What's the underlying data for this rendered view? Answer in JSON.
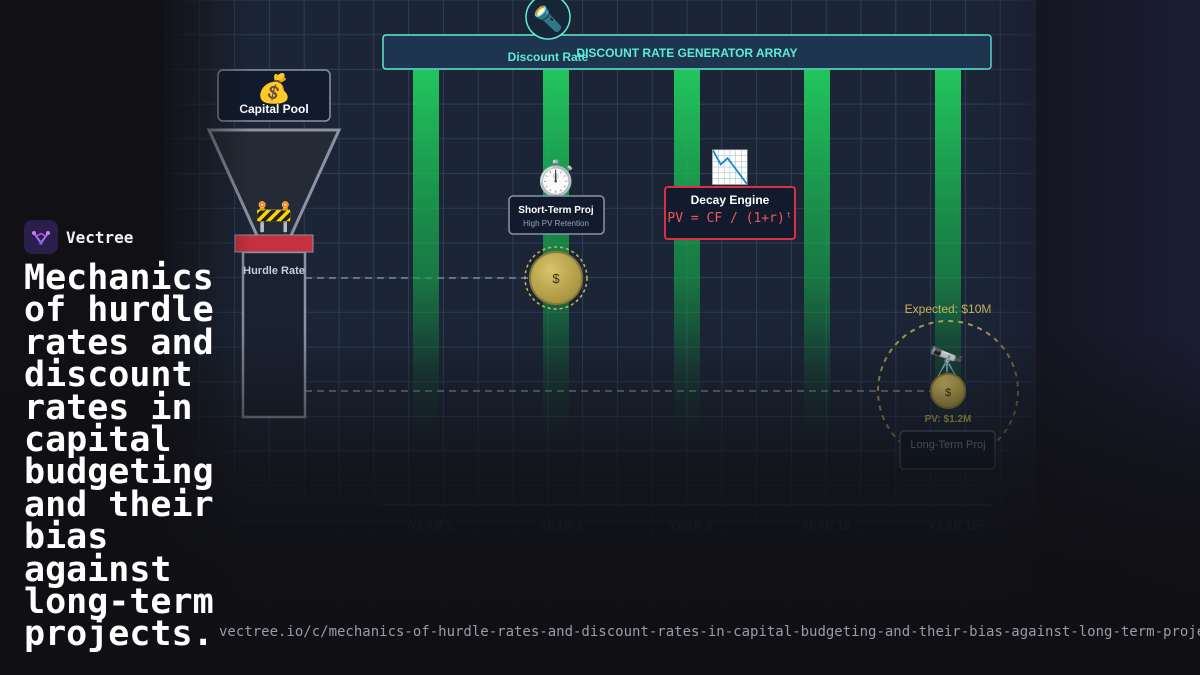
{
  "brand": {
    "name": "Vectree",
    "icon": "vectree-logo-icon",
    "color": "#8b5cf6"
  },
  "headline": "Mechanics of hurdle rates and discount rates in capital budgeting and their bias against long-term projects.",
  "url": "vectree.io/c/mechanics-of-hurdle-rates-and-discount-rates-in-capital-budgeting-and-their-bias-against-long-term-projects",
  "diagram": {
    "capital_pool": {
      "label": "Capital Pool",
      "icon": "money-bag-icon",
      "emoji": "💰"
    },
    "hurdle": {
      "label": "Hurdle Rate",
      "icon": "construction-barrier-icon",
      "emoji": "🚧"
    },
    "generator": {
      "label": "DISCOUNT RATE GENERATOR ARRAY",
      "sub_label": "Discount Rate",
      "icon": "flashlight-icon",
      "emoji": "🔦"
    },
    "short_term": {
      "title": "Short-Term Proj",
      "subtitle": "High PV Retention",
      "icon": "stopwatch-icon",
      "emoji": "⏱️",
      "coin": "$"
    },
    "decay": {
      "title": "Decay Engine",
      "formula": "PV = CF / (1+r)ᵗ",
      "icon": "chart-decreasing-icon",
      "emoji": "📉"
    },
    "long_term": {
      "expected": "Expected: $10M",
      "pv": "PV: $1.2M",
      "title": "Long-Term Proj",
      "icon": "telescope-icon",
      "emoji": "🔭",
      "coin": "$"
    },
    "timeline": [
      "YEAR 1",
      "YEAR 3",
      "YEAR 5",
      "YEAR 10",
      "YEAR 15+"
    ],
    "colors": {
      "beam": "#22c55e",
      "accent": "#5eead4",
      "decay_border": "#dc2f45",
      "hurdle_bar": "#c4313f",
      "coin": "#c9b458",
      "grid": "#2f3d56"
    }
  }
}
